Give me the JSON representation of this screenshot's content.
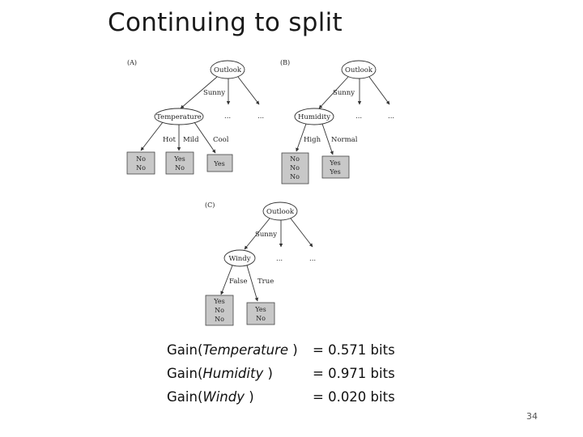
{
  "title": "Continuing to split",
  "panels": {
    "A": {
      "label": "(A)",
      "root": "Outlook",
      "branch": "Sunny",
      "ellipsis1": "...",
      "ellipsis2": "...",
      "child": "Temperature",
      "edges": [
        "Hot",
        "Mild",
        "Cool"
      ],
      "leaves": [
        [
          "No",
          "No"
        ],
        [
          "Yes",
          "No"
        ],
        [
          "Yes"
        ]
      ]
    },
    "B": {
      "label": "(B)",
      "root": "Outlook",
      "branch": "Sunny",
      "ellipsis1": "...",
      "ellipsis2": "...",
      "child": "Humidity",
      "edges": [
        "High",
        "Normal"
      ],
      "leaves": [
        [
          "No",
          "No",
          "No"
        ],
        [
          "Yes",
          "Yes"
        ]
      ]
    },
    "C": {
      "label": "(C)",
      "root": "Outlook",
      "branch": "Sunny",
      "ellipsis1": "...",
      "ellipsis2": "...",
      "child": "Windy",
      "edges": [
        "False",
        "True"
      ],
      "leaves": [
        [
          "Yes",
          "No",
          "No"
        ],
        [
          "Yes",
          "No"
        ]
      ]
    }
  },
  "gains": [
    {
      "prefix": "Gain(",
      "attr": "Temperature",
      "suffix": " )",
      "value": "= 0.571 bits"
    },
    {
      "prefix": "Gain(",
      "attr": "Humidity",
      "suffix": " )",
      "value": "= 0.971 bits"
    },
    {
      "prefix": "Gain(",
      "attr": "Windy",
      "suffix": " )",
      "value": "= 0.020 bits"
    }
  ],
  "page_number": "34",
  "colors": {
    "leaf_fill": "#c8c8c8",
    "line": "#333333"
  }
}
